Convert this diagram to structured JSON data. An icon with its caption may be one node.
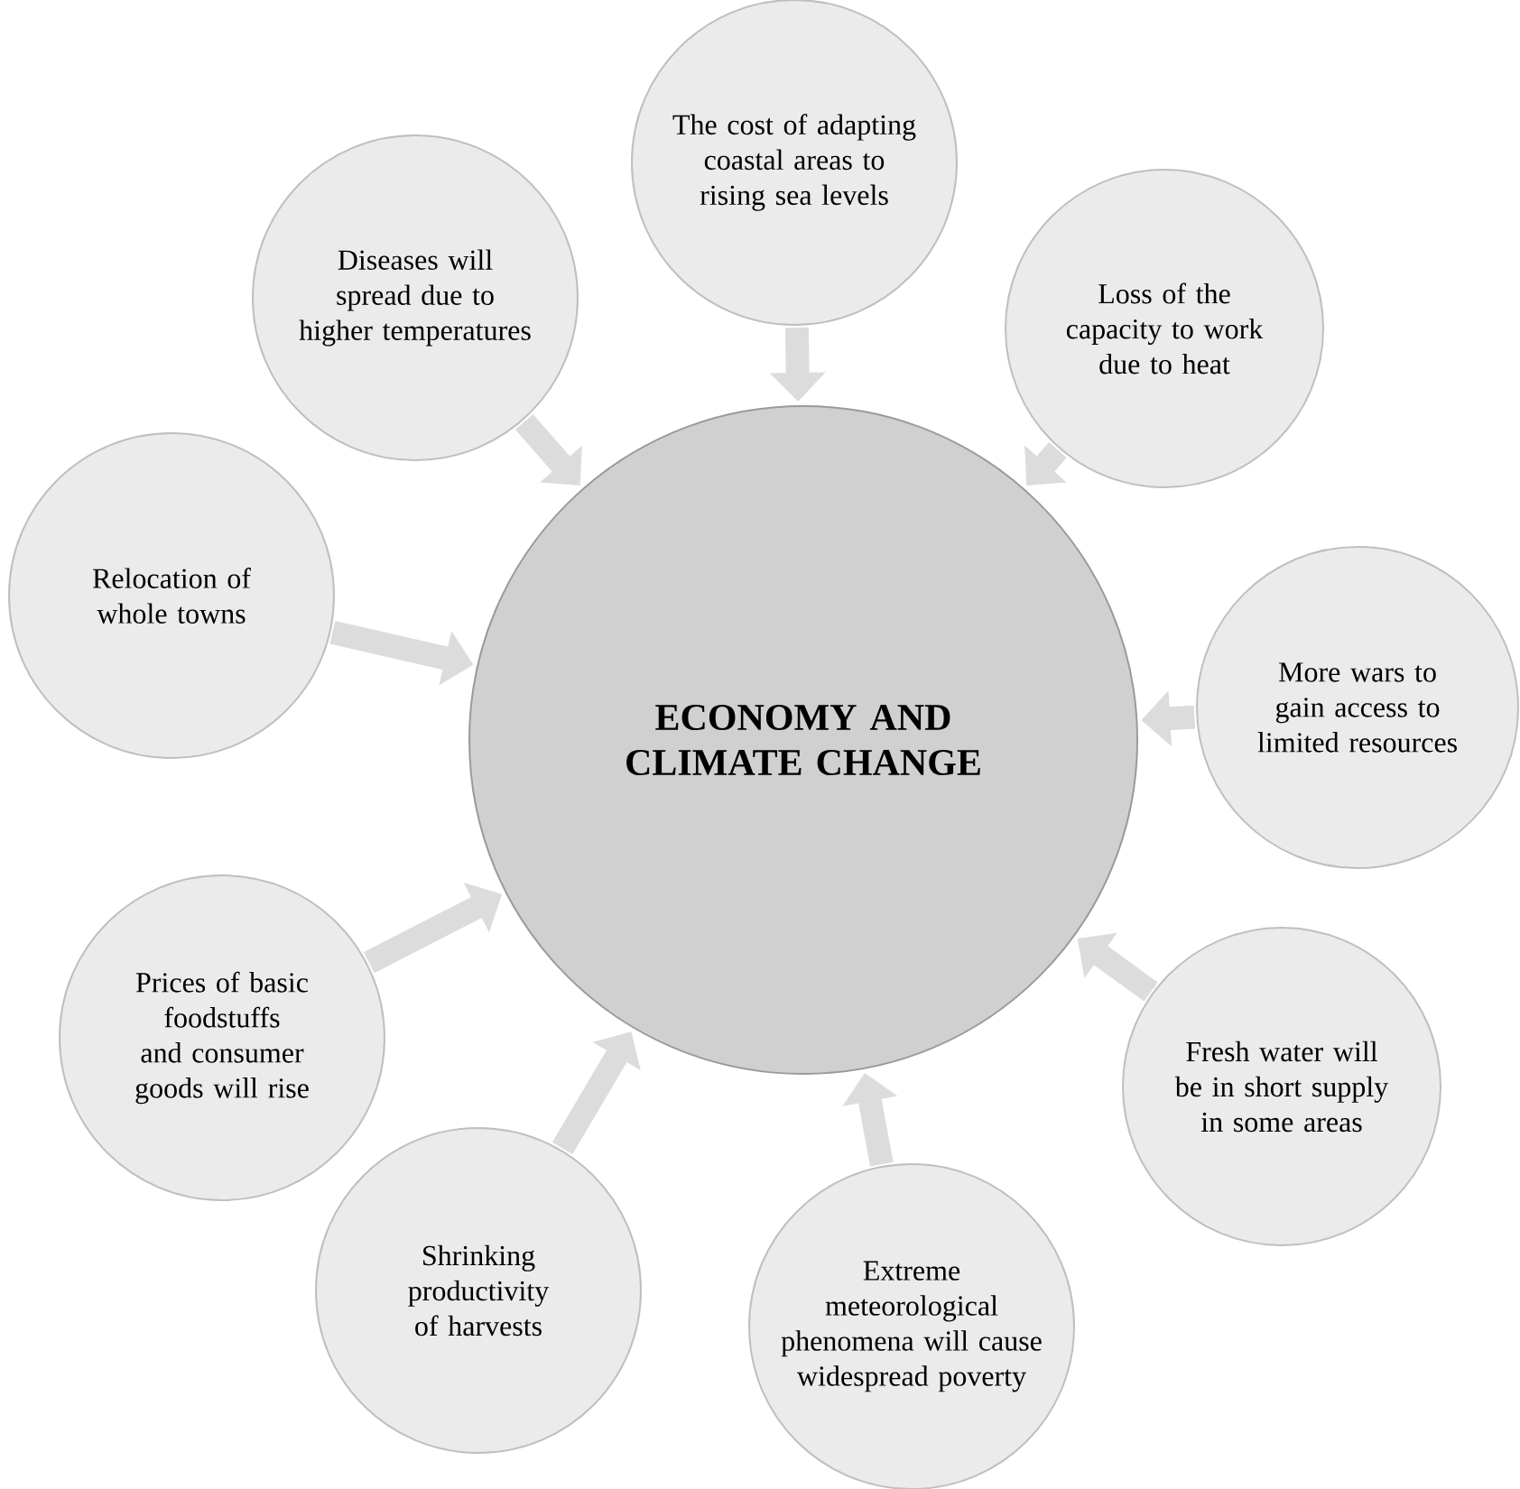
{
  "diagram": {
    "nodes": [
      {
        "text": [
          "ECONOMY AND CLIMATE CHANGE"
        ]
      },
      {
        "text": [
          "The cost of adapting coastal areas to rising sea levels"
        ]
      },
      {
        "text": [
          "Loss of the capacity to work due to heat"
        ]
      },
      {
        "text": [
          "More wars to gain access to limited resources"
        ]
      },
      {
        "text": [
          "Fresh water will be in short supply in some areas"
        ]
      },
      {
        "text": [
          "Extreme meteorological phenomena will cause widespread poverty"
        ]
      },
      {
        "text": [
          "Shrinking productivity of harvests"
        ]
      },
      {
        "text": [
          "Prices of basic foodstuffs and consumer goods will rise"
        ]
      },
      {
        "text": [
          "Relocation of whole towns"
        ]
      },
      {
        "text": [
          "Diseases will spread due to higher temperatures"
        ]
      }
    ],
    "edges": [
      {
        "from": 1,
        "to": 0,
        "arrow": "to"
      },
      {
        "from": 2,
        "to": 0,
        "arrow": "to"
      },
      {
        "from": 3,
        "to": 0,
        "arrow": "to"
      },
      {
        "from": 4,
        "to": 0,
        "arrow": "to"
      },
      {
        "from": 5,
        "to": 0,
        "arrow": "to"
      },
      {
        "from": 6,
        "to": 0,
        "arrow": "to"
      },
      {
        "from": 7,
        "to": 0,
        "arrow": "to"
      },
      {
        "from": 8,
        "to": 0,
        "arrow": "to"
      },
      {
        "from": 9,
        "to": 0,
        "arrow": "to"
      }
    ]
  }
}
